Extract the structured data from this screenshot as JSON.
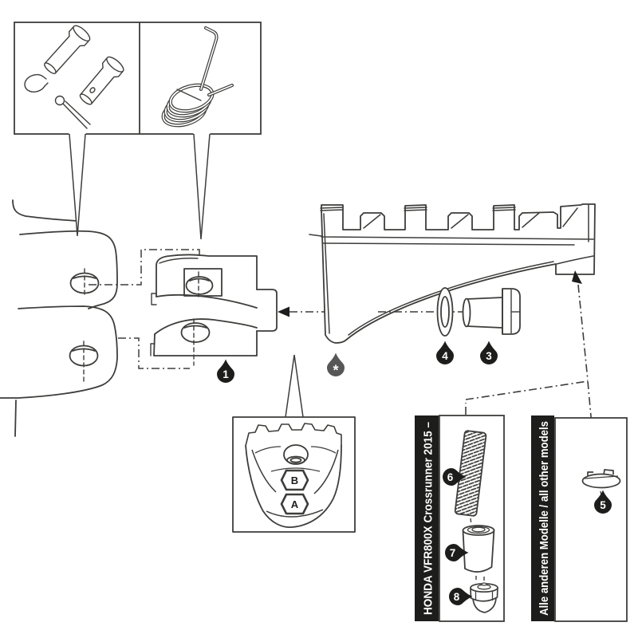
{
  "diagram": {
    "type": "exploded-parts-drawing",
    "subject": "motorcycle footpeg assembly",
    "part_labels": {
      "p1": "1",
      "p3": "3",
      "p4": "4",
      "p5": "5",
      "p6": "6",
      "p7": "7",
      "p8": "8",
      "star": "*"
    },
    "end_view_markers": {
      "top": "B",
      "bottom": "A"
    },
    "banners": {
      "honda": "HONDA VFR800X Crossrunner 2015 –",
      "others": "Alle anderen Modelle / all other models"
    },
    "colors": {
      "line": "#3d3d3b",
      "label_bg": "#1d1d1b",
      "star_label_bg": "#575757",
      "banner_bg": "#1d1d1b",
      "banner_text": "#ffffff",
      "background": "#ffffff"
    }
  }
}
